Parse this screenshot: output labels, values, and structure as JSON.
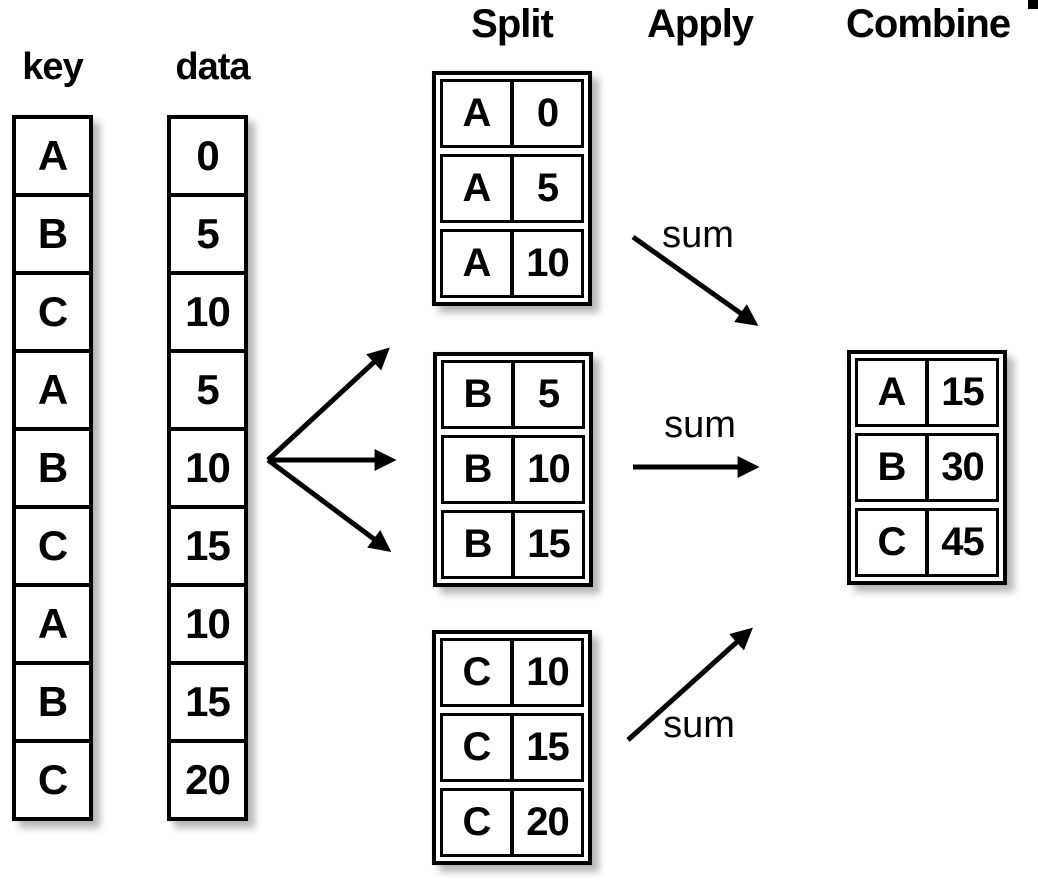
{
  "diagram": {
    "headers": {
      "split": "Split",
      "apply": "Apply",
      "combine": "Combine"
    },
    "source": {
      "key_label": "key",
      "data_label": "data",
      "keys": [
        "A",
        "B",
        "C",
        "A",
        "B",
        "C",
        "A",
        "B",
        "C"
      ],
      "values": [
        "0",
        "5",
        "10",
        "5",
        "10",
        "15",
        "10",
        "15",
        "20"
      ]
    },
    "split_groups": [
      {
        "id": "A",
        "rows": [
          {
            "key": "A",
            "value": "0"
          },
          {
            "key": "A",
            "value": "5"
          },
          {
            "key": "A",
            "value": "10"
          }
        ]
      },
      {
        "id": "B",
        "rows": [
          {
            "key": "B",
            "value": "5"
          },
          {
            "key": "B",
            "value": "10"
          },
          {
            "key": "B",
            "value": "15"
          }
        ]
      },
      {
        "id": "C",
        "rows": [
          {
            "key": "C",
            "value": "10"
          },
          {
            "key": "C",
            "value": "15"
          },
          {
            "key": "C",
            "value": "20"
          }
        ]
      }
    ],
    "apply": {
      "labels": [
        "sum",
        "sum",
        "sum"
      ]
    },
    "combine_result": {
      "rows": [
        {
          "key": "A",
          "value": "15"
        },
        {
          "key": "B",
          "value": "30"
        },
        {
          "key": "C",
          "value": "45"
        }
      ]
    },
    "colors": {
      "ink": "#000000",
      "paper": "#ffffff"
    }
  }
}
